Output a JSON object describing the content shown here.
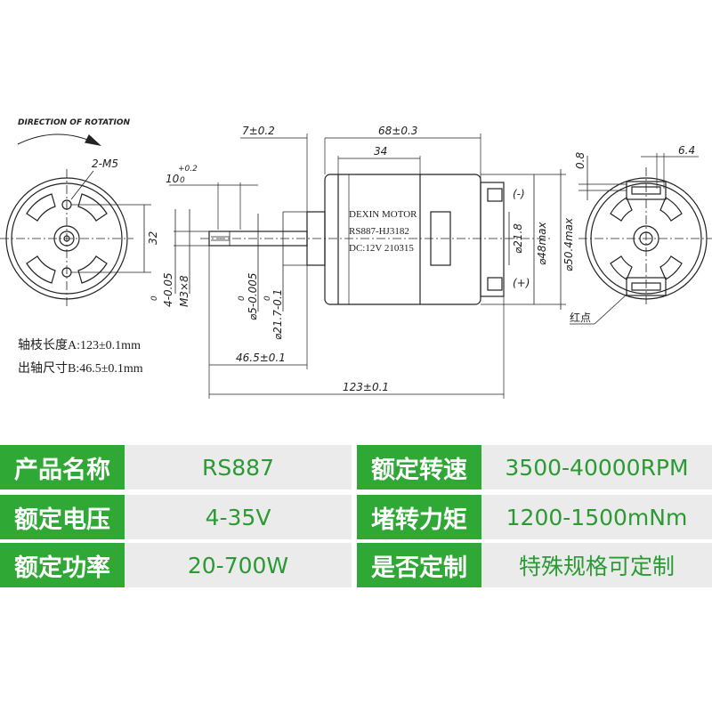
{
  "drawing": {
    "direction_label": "DIRECTION OF ROTATION",
    "front_mount_label": "2-M5",
    "front_mount_spacing": "32",
    "motor_label": {
      "line1": "DEXIN MOTOR",
      "line2": "RS887-HJ3182",
      "line3": "DC:12V 210315"
    },
    "dims": {
      "boss_len": "7±0.2",
      "body_len": "68±0.3",
      "can_len": "34",
      "shaft_flat_main": "10",
      "shaft_flat_tol_top": "+0.2",
      "shaft_flat_tol_bot": "0",
      "tol_dia_4": "4-0.05",
      "tol_dia_4_top": "0",
      "thread": "M3×8",
      "shaft_dia": "⌀5-0.005",
      "shaft_dia_top": "0",
      "boss_dia": "⌀21.7-0.1",
      "boss_dia_top": "0",
      "inner_dia": "⌀21.8",
      "body_dia": "⌀48max",
      "outer_dia": "⌀50.4max",
      "shaft_out": "46.5±0.1",
      "total_len": "123±0.1",
      "rear_offset": "0.8",
      "rear_width": "6.4"
    },
    "polarity_neg": "(-)",
    "polarity_pos": "(+)",
    "red_dot": "红点",
    "note_a": "轴枝长度A:123±0.1mm",
    "note_b": "出轴尺寸B:46.5±0.1mm"
  },
  "specs": [
    {
      "label": "产品名称",
      "value": "RS887",
      "label2": "额定转速",
      "value2": "3500-40000RPM"
    },
    {
      "label": "额定电压",
      "value": "4-35V",
      "label2": "堵转力矩",
      "value2": "1200-1500mNm"
    },
    {
      "label": "额定功率",
      "value": "20-700W",
      "label2": "是否定制",
      "value2": "特殊规格可定制"
    }
  ],
  "colors": {
    "label_bg": "#2fa836",
    "value_bg": "#ebebeb",
    "value_text": "#2b9a33"
  }
}
